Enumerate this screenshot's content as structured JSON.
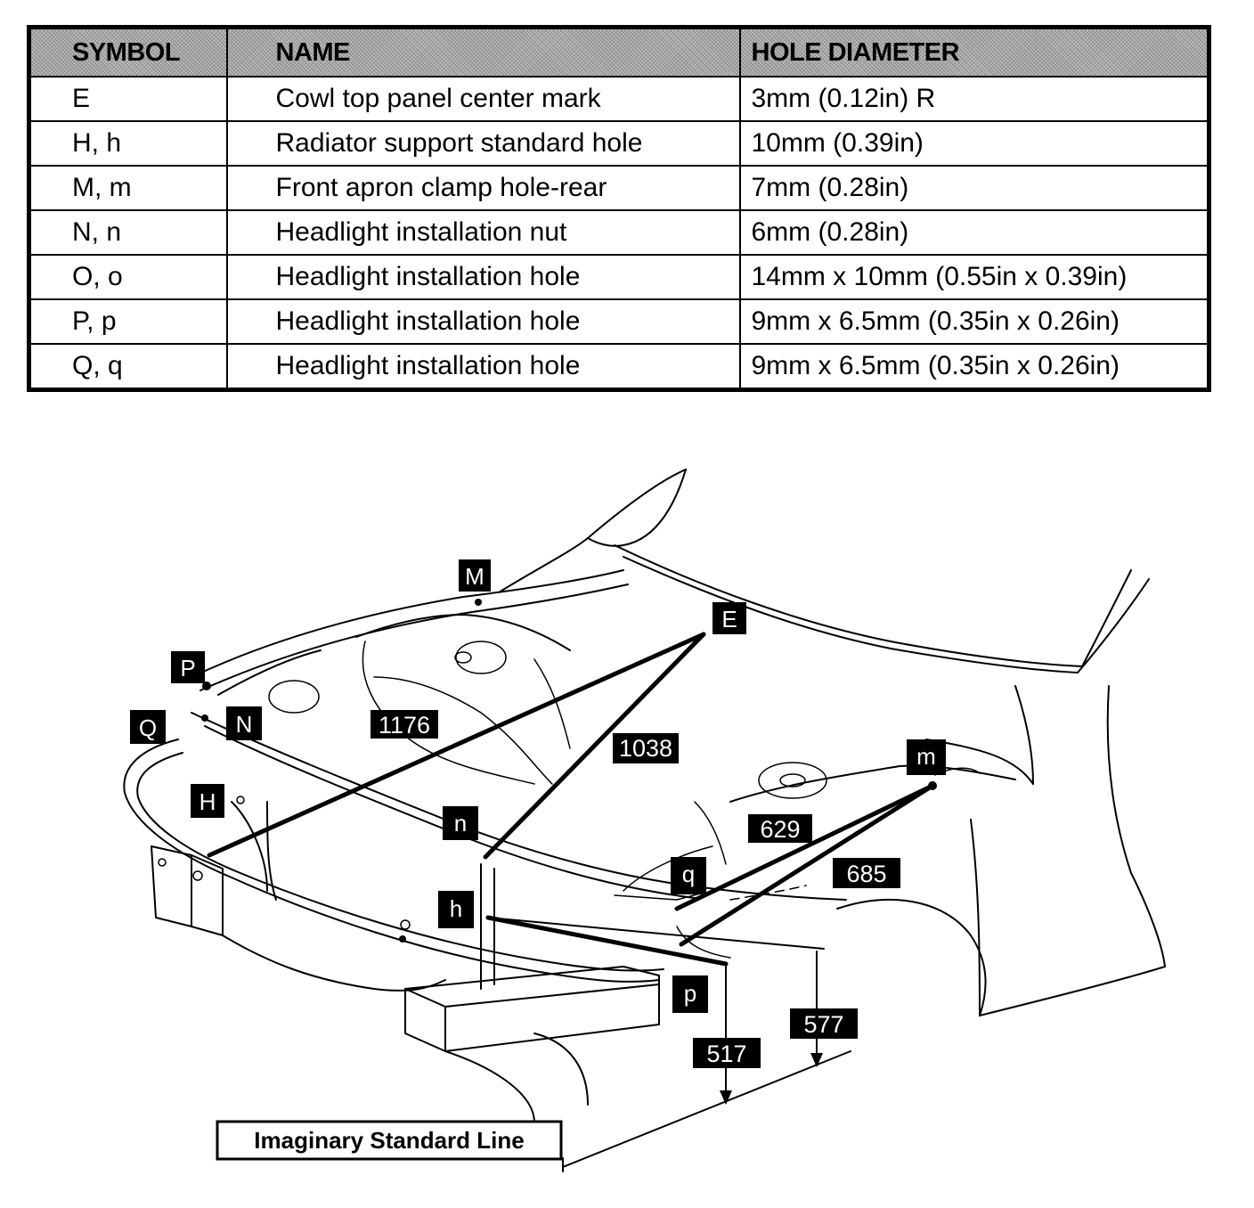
{
  "table": {
    "headers": [
      "SYMBOL",
      "NAME",
      "HOLE DIAMETER"
    ],
    "rows": [
      {
        "symbol": "E",
        "name": "Cowl top panel center mark",
        "diameter": "3mm (0.12in) R"
      },
      {
        "symbol": "H, h",
        "name": "Radiator support standard hole",
        "diameter": "10mm (0.39in)"
      },
      {
        "symbol": "M, m",
        "name": "Front apron clamp hole-rear",
        "diameter": "7mm (0.28in)"
      },
      {
        "symbol": "N, n",
        "name": "Headlight installation nut",
        "diameter": "6mm (0.28in)"
      },
      {
        "symbol": "O, o",
        "name": "Headlight installation hole",
        "diameter": "14mm x 10mm (0.55in x 0.39in)"
      },
      {
        "symbol": "P, p",
        "name": "Headlight installation hole",
        "diameter": "9mm x 6.5mm (0.35in x 0.26in)"
      },
      {
        "symbol": "Q, q",
        "name": "Headlight installation hole",
        "diameter": "9mm x 6.5mm (0.35in x 0.26in)"
      }
    ]
  },
  "diagram": {
    "point_labels": {
      "M": "M",
      "E": "E",
      "P": "P",
      "Q": "Q",
      "N": "N",
      "H": "H",
      "m": "m",
      "n": "n",
      "q": "q",
      "h": "h",
      "p": "p"
    },
    "dimensions": {
      "d1176": "1176",
      "d1038": "1038",
      "d629": "629",
      "d685": "685",
      "d577": "577",
      "d517": "517"
    },
    "reference_line": "Imaginary Standard Line"
  }
}
